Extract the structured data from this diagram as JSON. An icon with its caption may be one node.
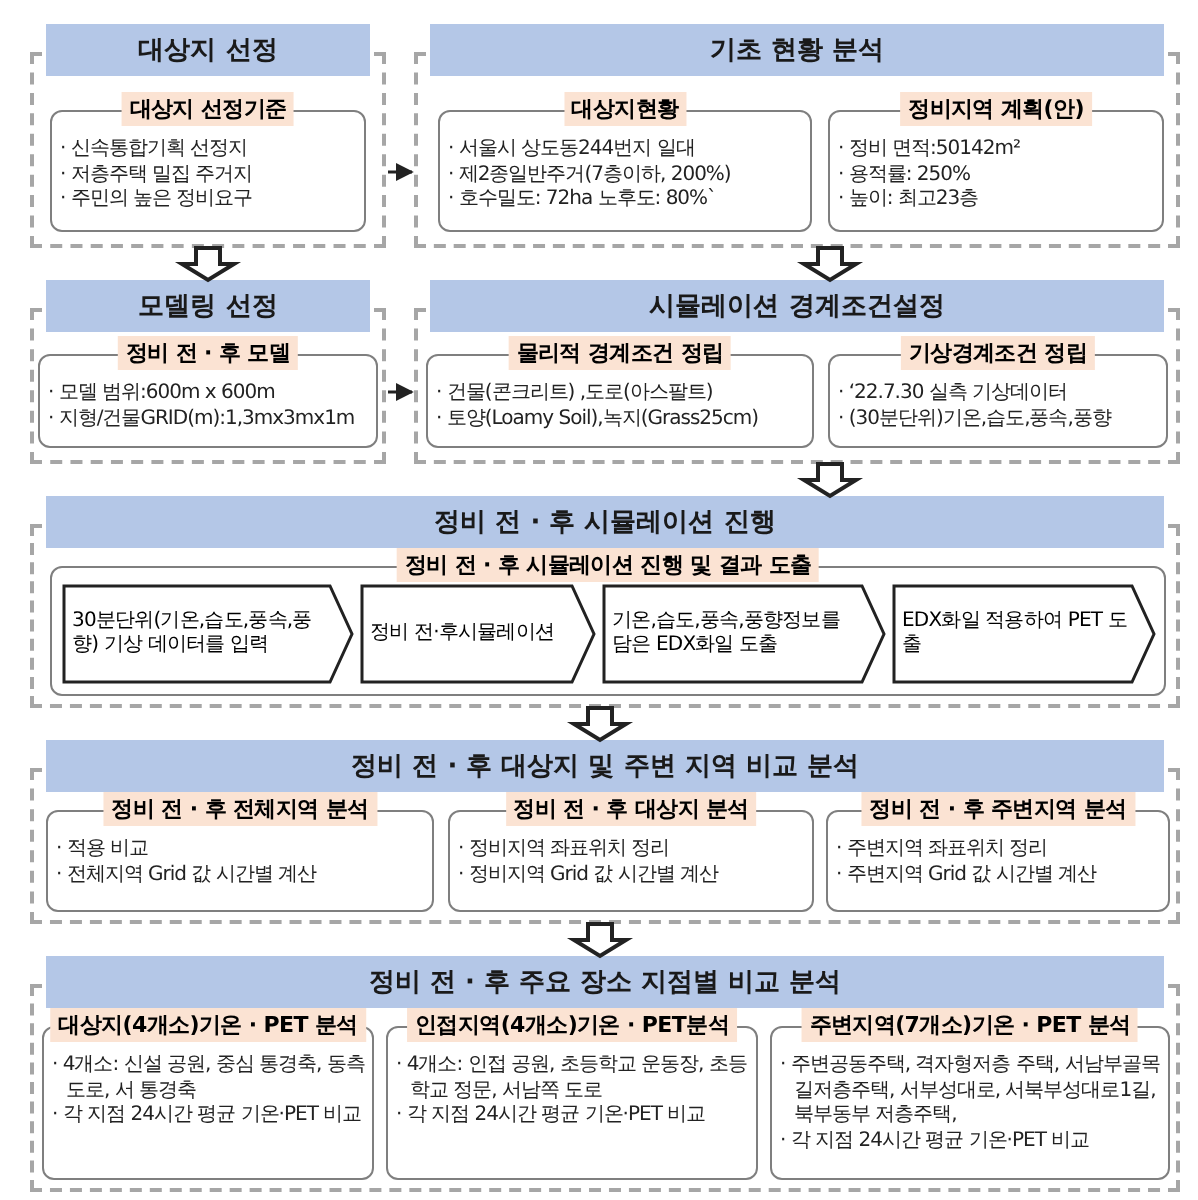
{
  "diagram": {
    "nodes": [
      {
        "text": [
          "대상지 선정"
        ]
      },
      {
        "text": [
          "대상지 선정기준",
          "· 신속통합기획 선정지",
          "· 저층주택 밀집 주거지",
          "· 주민의 높은 정비요구"
        ],
        "in": 0
      },
      {
        "text": [
          "기초 현황 분석"
        ]
      },
      {
        "text": [
          "대상지현황",
          "· 서울시 상도동244번지 일대",
          "· 제2종일반주거(7층이하, 200%)",
          "· 호수밀도: 72ha 노후도: 80%`"
        ],
        "in": 2
      },
      {
        "text": [
          "정비지역 계획(안)",
          "· 정비 면적:50142m²",
          "· 용적률: 250%",
          "· 높이: 최고23층"
        ],
        "in": 2
      },
      {
        "text": [
          "모델링 선정"
        ]
      },
      {
        "text": [
          "정비 전 · 후 모델",
          "· 모델 범위:600m x 600m",
          "· 지형/건물GRID(m):1,3mx3mx1m"
        ],
        "in": 5
      },
      {
        "text": [
          "시뮬레이션 경계조건설정"
        ]
      },
      {
        "text": [
          "물리적 경계조건 정립",
          "· 건물(콘크리트) ,도로(아스팔트)",
          "· 토양(Loamy Soil),녹지(Grass25cm)"
        ],
        "in": 7
      },
      {
        "text": [
          "기상경계조건 정립",
          "· ‘22.7.30 실측 기상데이터",
          "· (30분단위)기온,습도,풍속,풍향"
        ],
        "in": 7
      },
      {
        "text": [
          "정비 전 · 후 시뮬레이션 진행"
        ]
      },
      {
        "text": [
          "정비 전 · 후 시뮬레이션 진행 및 결과 도출"
        ],
        "in": 10
      },
      {
        "text": [
          "30분단위(기온,습도,풍속,풍향) 기상 데이터를 입력"
        ],
        "in": 11
      },
      {
        "text": [
          "정비 전·후시뮬레이션"
        ],
        "in": 11
      },
      {
        "text": [
          "기온,습도,풍속,풍향정보를 담은 EDX화일 도출"
        ],
        "in": 11
      },
      {
        "text": [
          "EDX화일 적용하여 PET 도출"
        ],
        "in": 11
      },
      {
        "text": [
          "정비 전 · 후 대상지 및 주변 지역 비교 분석"
        ]
      },
      {
        "text": [
          "정비 전 · 후 전체지역 분석",
          "· 적용 비교",
          "· 전체지역 Grid 값 시간별 계산"
        ],
        "in": 16
      },
      {
        "text": [
          "정비 전 · 후 대상지 분석",
          "· 정비지역 좌표위치 정리",
          "· 정비지역 Grid 값 시간별 계산"
        ],
        "in": 16
      },
      {
        "text": [
          "정비 전 · 후 주변지역 분석",
          "· 주변지역 좌표위치 정리",
          "· 주변지역 Grid 값 시간별 계산"
        ],
        "in": 16
      },
      {
        "text": [
          "정비 전 · 후 주요 장소 지점별 비교 분석"
        ]
      },
      {
        "text": [
          "대상지(4개소)기온 · PET 분석",
          "· 4개소: 신설 공원, 중심 통경축, 동측 도로, 서 통경축",
          "· 각 지점 24시간 평균 기온·PET 비교"
        ],
        "in": 20
      },
      {
        "text": [
          "인접지역(4개소)기온 · PET분석",
          "· 4개소: 인접 공원, 초등학교 운동장, 초등학교 정문, 서남쪽 도로",
          "· 각 지점 24시간 평균 기온·PET 비교"
        ],
        "in": 20
      },
      {
        "text": [
          "주변지역(7개소)기온 · PET 분석",
          "· 주변공동주택, 격자형저층 주택, 서남부골목길저층주택, 서부성대로, 서북부성대로1길, 북부동부 저층주택,",
          "· 각 지점 24시간 평균 기온·PET 비교"
        ],
        "in": 20
      }
    ],
    "edges": [
      {
        "from": 0,
        "to": 2,
        "arrow": "to"
      },
      {
        "from": 0,
        "to": 5,
        "arrow": "to",
        "style": "thick"
      },
      {
        "from": 2,
        "to": 7,
        "arrow": "to",
        "style": "thick"
      },
      {
        "from": 5,
        "to": 7,
        "arrow": "to"
      },
      {
        "from": 7,
        "to": 10,
        "arrow": "to",
        "style": "thick"
      },
      {
        "from": 10,
        "to": 16,
        "arrow": "to",
        "style": "thick"
      },
      {
        "from": 16,
        "to": 20,
        "arrow": "to",
        "style": "thick"
      }
    ]
  }
}
